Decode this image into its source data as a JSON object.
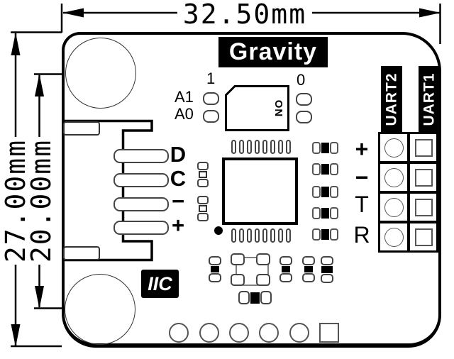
{
  "dim": {
    "width": "32.50mm",
    "outer_height": "27.00mm",
    "inner_height": "20.00mm"
  },
  "brand": "Gravity",
  "iic_label": "IIC",
  "switch": {
    "on": "ON",
    "one": "1",
    "zero": "0",
    "a1": "A1",
    "a0": "A0"
  },
  "iic_pins": {
    "d": "D",
    "c": "C",
    "minus": "−",
    "plus": "+"
  },
  "uart_rows": {
    "plus": "+",
    "minus": "−",
    "t": "T",
    "r": "R"
  },
  "headers": {
    "uart2": "UART2",
    "uart1": "UART1"
  },
  "colors": {
    "ink": "#000000",
    "pad_stroke": "#555555",
    "label_bg": "#000000",
    "label_fg": "#ffffff"
  }
}
